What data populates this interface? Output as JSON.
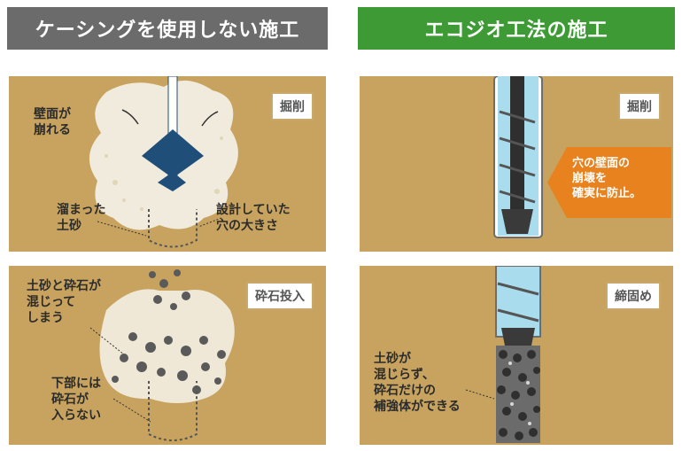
{
  "headers": {
    "left": "ケーシングを使用しない施工",
    "right": "エコジオ工法の施工"
  },
  "panels": {
    "top_left": {
      "tag": "掘削",
      "label_wall": "壁面が\n崩れる",
      "label_sand": "溜まった\n土砂",
      "label_design": "設計していた\n穴の大きさ"
    },
    "bottom_left": {
      "tag": "砕石投入",
      "label_mix": "土砂と砕石が\n混じって\nしまう",
      "label_bottom": "下部には\n砕石が\n入らない"
    },
    "top_right": {
      "tag": "掘削",
      "callout": "穴の壁面の\n崩壊を\n確実に防止。"
    },
    "bottom_right": {
      "tag": "締固め",
      "label_result": "土砂が\n混じらず、\n砕石だけの\n補強体ができる"
    }
  },
  "colors": {
    "header_gray": "#6b6b6b",
    "header_green": "#3d9a35",
    "ground": "#c7a35f",
    "callout_orange": "#e8821e",
    "casing_blue": "#7fc6df"
  }
}
